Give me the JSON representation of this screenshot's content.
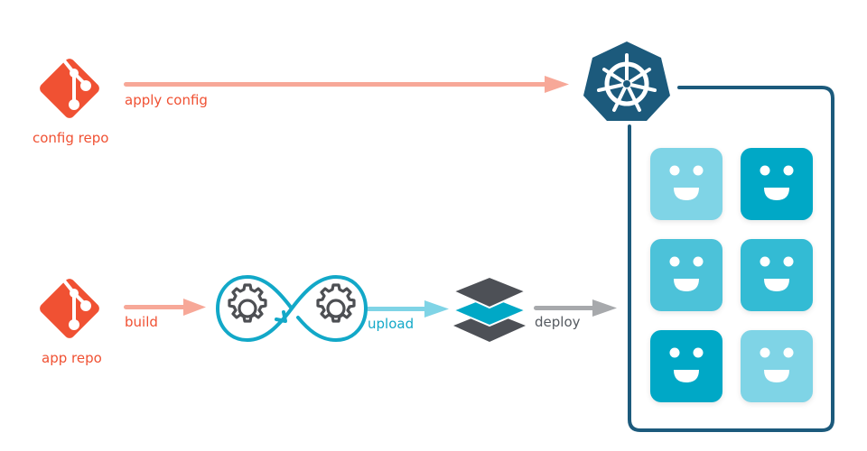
{
  "colors": {
    "git": "#f05133",
    "git_text": "#f05133",
    "arrow_red": "#f7a898",
    "arrow_teal": "#7fd4e6",
    "arrow_gray": "#a7a9ac",
    "teal_text": "#12a8c8",
    "gray_text": "#555a60",
    "k8s": "#1c5a7c",
    "gear": "#4d4f53",
    "infinity": "#12a8c8",
    "layer_dark": "#4d5056",
    "layer_teal": "#00a8c6"
  },
  "nodes": {
    "config_repo": {
      "label": "config repo",
      "icon": "git-icon"
    },
    "app_repo": {
      "label": "app repo",
      "icon": "git-icon"
    },
    "ci": {
      "icon": "ci-cd-infinity-gears-icon"
    },
    "registry": {
      "icon": "image-registry-layers-icon"
    },
    "cluster": {
      "icon": "kubernetes-helm-icon"
    }
  },
  "edges": {
    "apply_config": {
      "label": "apply config"
    },
    "build": {
      "label": "build"
    },
    "upload": {
      "label": "upload"
    },
    "deploy": {
      "label": "deploy"
    }
  },
  "pods": [
    {
      "color": "#7fd4e6"
    },
    {
      "color": "#00a8c6"
    },
    {
      "color": "#4cc2d9"
    },
    {
      "color": "#33bbd4"
    },
    {
      "color": "#00a8c6"
    },
    {
      "color": "#7fd4e6"
    }
  ]
}
